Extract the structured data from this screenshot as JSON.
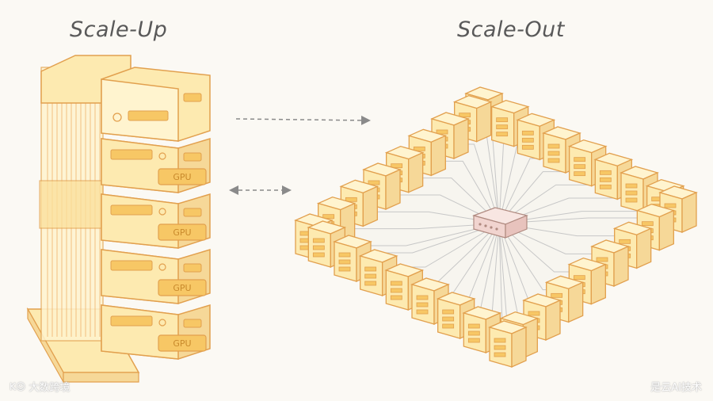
{
  "titles": {
    "scale_up": "Scale-Up",
    "scale_out": "Scale-Out"
  },
  "scale_up": {
    "gpu_label": "GPU",
    "gpu_units": 4
  },
  "scale_out": {
    "ring_servers": 30
  },
  "watermarks": {
    "left": "大数跨境",
    "left_logo": "K☺",
    "right": "是云AI技术"
  },
  "colors": {
    "server_fill": "#fdeab0",
    "server_light": "#fff4cf",
    "server_side": "#f6d898",
    "outline": "#e2a04e",
    "gpu_badge": "#f7c765",
    "switch": "#f1d4cf",
    "cable": "#c7c7c7",
    "arrow": "#8a8a8a"
  }
}
